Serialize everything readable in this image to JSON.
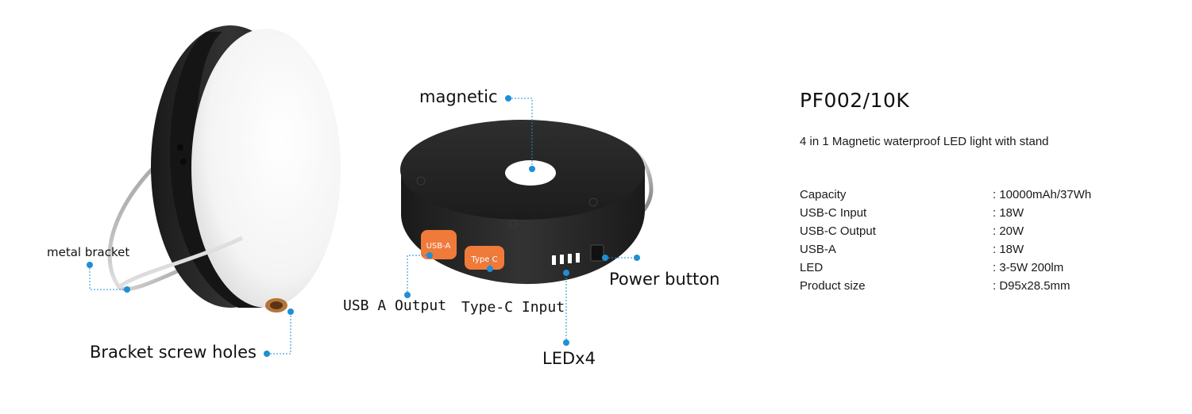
{
  "product": {
    "model": "PF002/10K",
    "tagline": "4 in 1 Magnetic waterproof LED light with stand",
    "specs": [
      {
        "label": "Capacity",
        "value": ": 10000mAh/37Wh"
      },
      {
        "label": "USB-C Input",
        "value": ": 18W"
      },
      {
        "label": "USB-C Output",
        "value": ": 20W"
      },
      {
        "label": "USB-A",
        "value": ": 18W"
      },
      {
        "label": "LED",
        "value": ": 3-5W 200lm"
      },
      {
        "label": "Product size",
        "value": ": D95x28.5mm"
      }
    ]
  },
  "callouts": {
    "metal_bracket": "metal bracket",
    "bracket_screw_holes": "Bracket screw holes",
    "magnetic": "magnetic",
    "usb_a_output": "USB A Output",
    "type_c_input": "Type-C Input",
    "ledx4": "LEDx4",
    "power_button": "Power button"
  },
  "port_labels": {
    "usb_a": "USB-A",
    "type_c": "Type C"
  },
  "colors": {
    "accent": "#1f8fd6",
    "port": "#f07a3a",
    "body": "#222222"
  }
}
